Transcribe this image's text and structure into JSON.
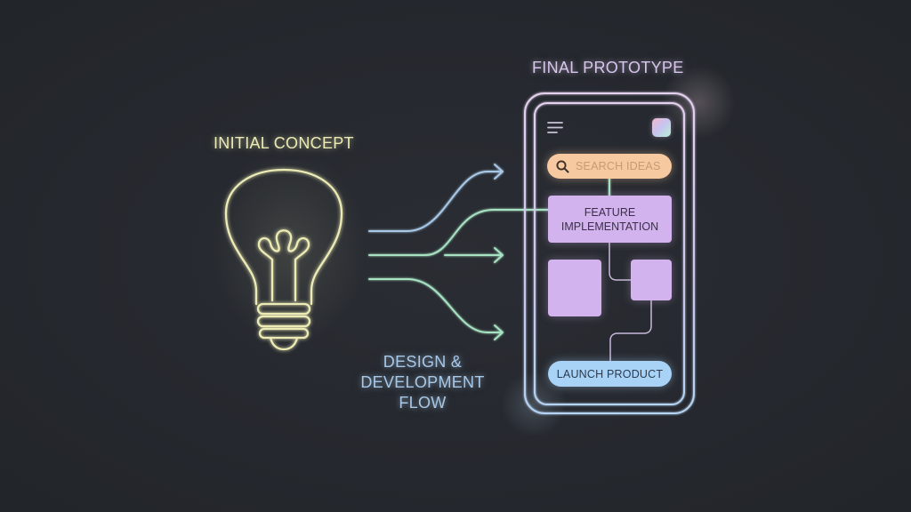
{
  "labels": {
    "concept": "INITIAL CONCEPT",
    "prototype": "FINAL PROTOTYPE",
    "flow": [
      "DESIGN &",
      "DEVELOPMENT",
      "FLOW"
    ]
  },
  "phone": {
    "search_placeholder": "SEARCH IDEAS",
    "feature_lines": [
      "FEATURE",
      "IMPLEMENTATION"
    ],
    "launch_label": "LAUNCH PRODUCT",
    "icons": {
      "menu": "hamburger-menu-icon",
      "avatar": "gradient-avatar-icon",
      "search": "search-icon"
    }
  },
  "colors": {
    "background": "#25282e",
    "bulb": "#ecebb5",
    "prototype_outline": "#d8c6ec",
    "flow_blue": "#a8c8e8",
    "flow_green": "#a7e3c2",
    "search_pill": "#f6c9a0",
    "feature_box": "#d3b3ee",
    "launch_pill": "#a9d2f7"
  },
  "diagram": {
    "nodes": [
      "Initial Concept",
      "Design & Development Flow",
      "Final Prototype"
    ],
    "arrows": 3
  }
}
